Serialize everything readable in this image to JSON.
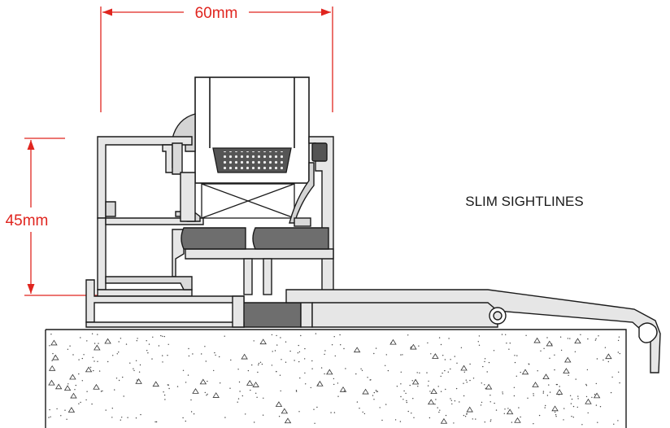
{
  "dimensions": {
    "width_label": "60mm",
    "height_label": "45mm"
  },
  "caption": "SLIM SIGHTLINES",
  "colors": {
    "dimension_line": "#e0251f",
    "outline": "#1a1a1a",
    "aluminium": "#e6e6e6",
    "thermal_break": "#6e6e6e",
    "background": "#ffffff"
  }
}
